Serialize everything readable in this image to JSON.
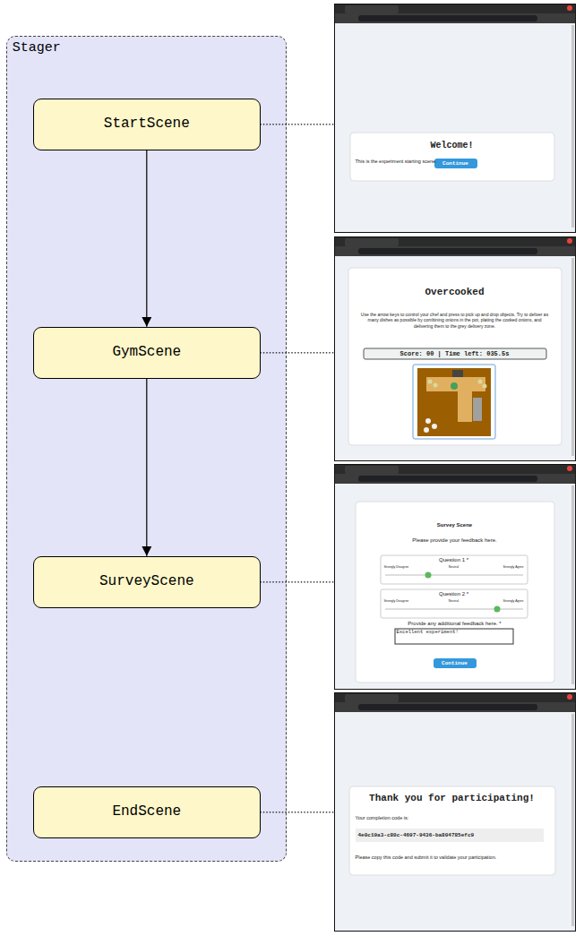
{
  "diagram": {
    "nodes": [
      {
        "text": [
          "Stager"
        ]
      },
      {
        "text": [
          "StartScene"
        ],
        "in": 0
      },
      {
        "text": [
          "GymScene"
        ],
        "in": 0
      },
      {
        "text": [
          "SurveyScene"
        ],
        "in": 0
      },
      {
        "text": [
          "EndScene"
        ],
        "in": 0
      },
      {
        "text": [
          "Welcome!",
          "This is the experiment starting scene.",
          "Continue"
        ]
      },
      {
        "text": [
          "Overcooked",
          "Use the arrow keys to control your chef and press to pick up and drop objects. Try to deliver as many dishes as possible by combining onions in the pot, plating the cooked onions, and delivering them to the grey delivery zone.",
          "Score: 00 | Time left: 035.5s"
        ]
      },
      {
        "text": [
          "Survey Scene",
          "Please provide your feedback here.",
          "Question 1 *",
          "Strongly Disagree",
          "Neutral",
          "Strongly Agree",
          "Question 2 *",
          "Strongly Disagree",
          "Neutral",
          "Strongly Agree",
          "Provide any additional feedback here. *",
          "Excellent experiment!",
          "Continue"
        ]
      },
      {
        "text": [
          "Thank you for participating!",
          "Your completion code is:",
          "4e0c19a3-c80c-4697-9436-ba804785efc9",
          "Please copy this code and submit it to validate your participation."
        ]
      }
    ],
    "edges": [
      {
        "from": 1,
        "to": 2,
        "arrow": "to"
      },
      {
        "from": 2,
        "to": 3,
        "arrow": "to"
      },
      {
        "from": 1,
        "to": 5,
        "arrow": "none"
      },
      {
        "from": 2,
        "to": 6,
        "arrow": "none"
      },
      {
        "from": 3,
        "to": 7,
        "arrow": "none"
      },
      {
        "from": 4,
        "to": 8,
        "arrow": "none"
      }
    ]
  }
}
